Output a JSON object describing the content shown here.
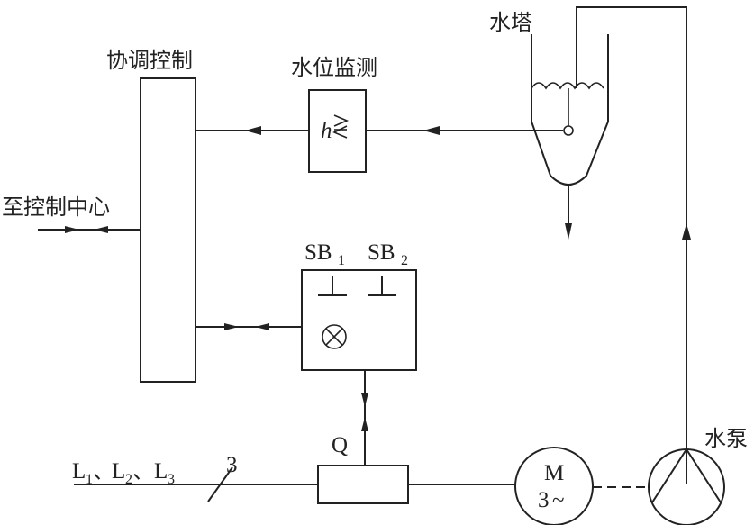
{
  "labels": {
    "coordination_control": "协调控制",
    "water_level_monitor": "水位监测",
    "water_tower": "水塔",
    "to_control_center": "至控制中心",
    "water_pump": "水泵",
    "level_symbol": "h",
    "sb1_main": "SB",
    "sb1_sub": "1",
    "sb2_main": "SB",
    "sb2_sub": "2",
    "contactor": "Q",
    "line_l1": "L",
    "line_l1_sub": "1",
    "sep1": "、",
    "line_l2": "L",
    "line_l2_sub": "2",
    "sep2": "、",
    "line_l3": "L",
    "line_l3_sub": "3",
    "phase_count": "3",
    "motor_letter": "M",
    "motor_phase": "3",
    "motor_ac": "~"
  },
  "colors": {
    "stroke": "#222222",
    "background": "#ffffff"
  }
}
